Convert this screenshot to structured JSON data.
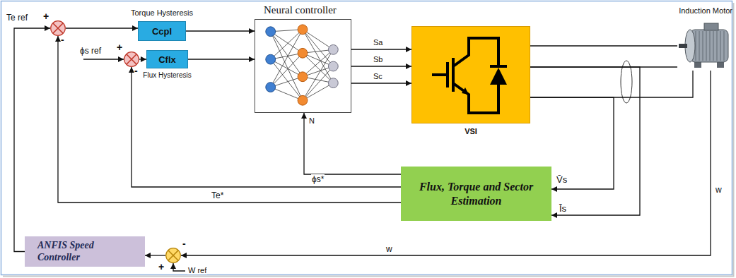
{
  "diagram": {
    "nodes": [
      {
        "text": [
          "+",
          "-"
        ]
      },
      {
        "text": [
          "Torque Hysteresis",
          "Ccpl"
        ]
      },
      {
        "text": [
          "+",
          "-"
        ]
      },
      {
        "text": [
          "Cflx",
          "Flux Hysteresis"
        ]
      },
      {
        "text": [
          "Neural controller"
        ]
      },
      {
        "text": [
          "VSI"
        ]
      },
      {
        "text": [
          "Induction Motor"
        ]
      },
      {
        "text": [
          "Flux, Torque and Sector Estimation"
        ]
      },
      {
        "text": [
          "ANFIS Speed Controller"
        ]
      },
      {
        "text": [
          "-",
          "+"
        ]
      }
    ],
    "edges": [
      {
        "from": 0,
        "to": 1,
        "arrow": "to"
      },
      {
        "from": 1,
        "to": 4,
        "arrow": "to"
      },
      {
        "from": 2,
        "to": 3,
        "arrow": "to"
      },
      {
        "from": 3,
        "to": 4,
        "arrow": "to"
      },
      {
        "from": 4,
        "to": 5,
        "label": "Sa",
        "arrow": "to"
      },
      {
        "from": 4,
        "to": 5,
        "label": "Sb",
        "arrow": "to"
      },
      {
        "from": 4,
        "to": 5,
        "label": "Sc",
        "arrow": "to"
      },
      {
        "from": 5,
        "to": 6,
        "arrow": "none"
      },
      {
        "from": 5,
        "to": 6,
        "arrow": "none"
      },
      {
        "from": 5,
        "to": 6,
        "arrow": "none"
      },
      {
        "from": 5,
        "to": 7,
        "label": "V̄s",
        "arrow": "to"
      },
      {
        "from": 5,
        "to": 7,
        "label": "Īs",
        "arrow": "to"
      },
      {
        "from": 7,
        "to": 4,
        "label": "N",
        "arrow": "to"
      },
      {
        "from": 7,
        "to": 2,
        "label": "ϕs*",
        "arrow": "to"
      },
      {
        "from": 7,
        "to": 0,
        "label": "Te*",
        "arrow": "to"
      },
      {
        "from": 6,
        "to": 9,
        "label": "w",
        "arrow": "to"
      },
      {
        "from": 9,
        "to": 8,
        "arrow": "to"
      },
      {
        "from": 8,
        "to": 0,
        "arrow": "to"
      }
    ],
    "labels": [
      "Te ref",
      "ϕs ref",
      "w",
      "W ref"
    ]
  }
}
